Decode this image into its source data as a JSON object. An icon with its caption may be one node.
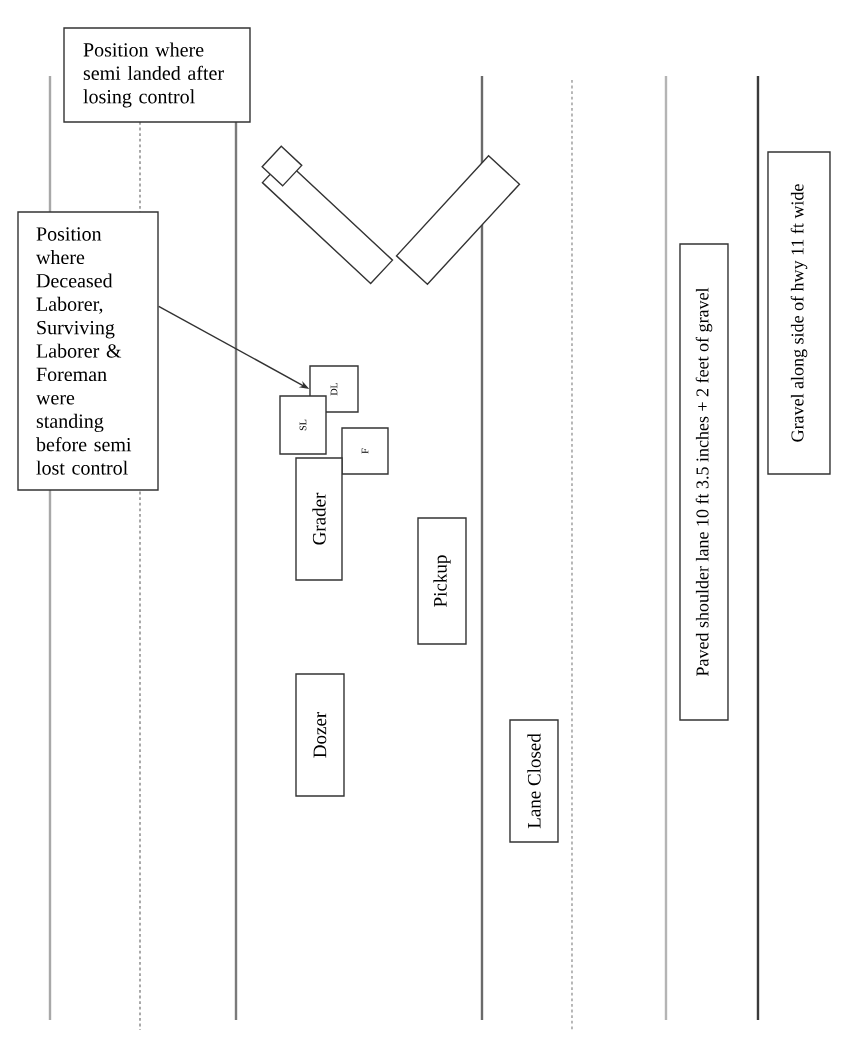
{
  "diagram": {
    "nodes": [
      {
        "text": [
          "Position where semi landed after losing control"
        ]
      },
      {
        "text": [
          "Position where Deceased Laborer, Surviving Laborer & Foreman were standing before semi lost control"
        ]
      },
      {
        "text": [
          "DL"
        ]
      },
      {
        "text": [
          "SL"
        ]
      },
      {
        "text": [
          "F"
        ]
      },
      {
        "text": [
          "Grader"
        ]
      },
      {
        "text": [
          "Pickup"
        ]
      },
      {
        "text": [
          "Dozer"
        ]
      },
      {
        "text": [
          "Lane Closed"
        ]
      },
      {
        "text": [
          "Paved shoulder lane 10 ft 3.5 inches + 2 feet of gravel"
        ]
      },
      {
        "text": [
          "Gravel along side of hwy 11 ft wide"
        ]
      }
    ],
    "edges": [
      {
        "from": 1,
        "to": 2,
        "arrow": "to"
      }
    ]
  }
}
